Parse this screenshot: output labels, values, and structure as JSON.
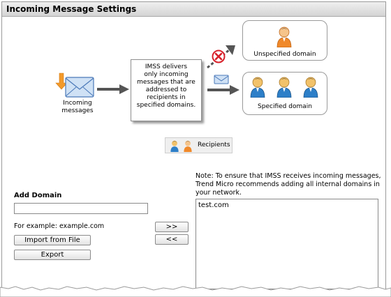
{
  "header": {
    "title": "Incoming Message Settings"
  },
  "diagram": {
    "incoming_label": [
      "Incoming",
      "messages"
    ],
    "process_text": [
      "IMSS delivers",
      "only incoming",
      "messages that are",
      "addressed to",
      "recipients in",
      "specified domains."
    ],
    "unspecified_label": "Unspecified domain",
    "specified_label": "Specified domain",
    "legend_label": "Recipients",
    "colors": {
      "blocked": "#d8202a",
      "arrow": "#555555",
      "envelope": "#5b8fd1",
      "incoming_arrow": "#f39a2b"
    }
  },
  "form": {
    "add_domain_label": "Add Domain",
    "domain_input_value": "",
    "example_text": "For example: example.com",
    "import_button": "Import from File",
    "export_button": "Export",
    "add_button": ">>",
    "remove_button": "<<"
  },
  "note": "Note: To ensure that IMSS receives incoming messages, Trend Micro recommends adding all internal domains in your network.",
  "domain_list": {
    "items": [
      "test.com"
    ]
  }
}
